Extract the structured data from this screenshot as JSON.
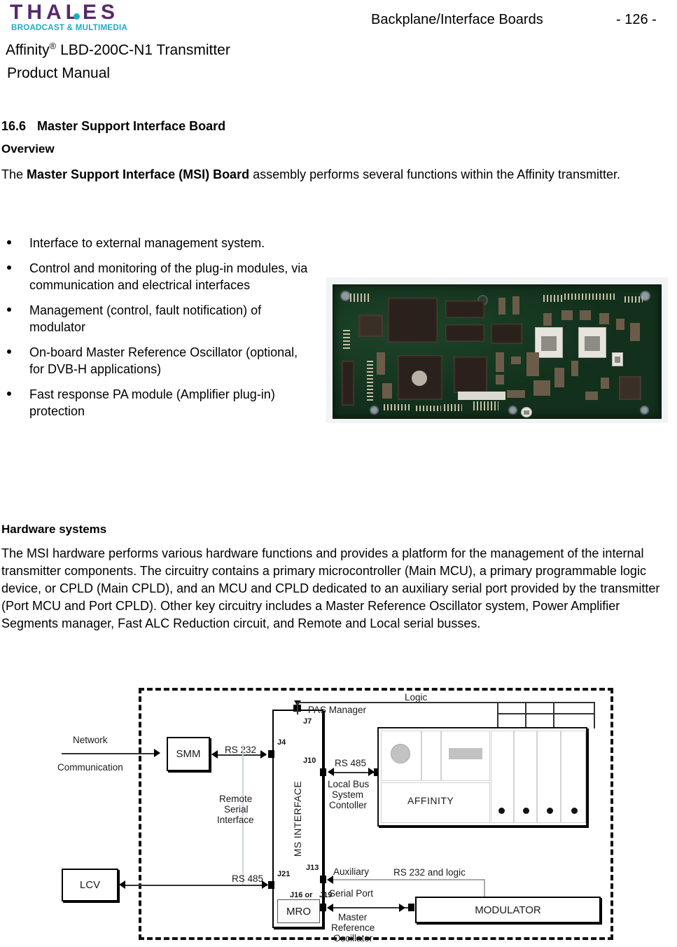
{
  "header": {
    "logo_word": "THALES",
    "logo_tagline": "BROADCAST & MULTIMEDIA",
    "running_head": "Backplane/Interface Boards",
    "page_number": "- 126 -",
    "doc_title_line1_pre": "Affinity",
    "doc_title_line1_sup": "®",
    "doc_title_line1_post": " LBD-200C-N1 Transmitter",
    "doc_title_line2": "Product Manual"
  },
  "section": {
    "number": "16.6",
    "title": "Master Support Interface Board",
    "overview_heading": "Overview",
    "overview_pre": "The ",
    "overview_bold": "Master Support Interface (MSI) Board",
    "overview_post": " assembly performs several functions within the Affinity transmitter."
  },
  "bullets": [
    "Interface to external management system.",
    "Control and monitoring of the plug-in modules, via communication and electrical interfaces",
    "Management (control, fault notification) of modulator",
    "On-board Master Reference Oscillator (optional, for DVB-H applications)",
    "Fast response PA module (Amplifier plug-in) protection"
  ],
  "hardware": {
    "heading": "Hardware systems",
    "paragraph": "The MSI hardware performs various hardware functions and provides a platform for the management of the internal transmitter components. The circuitry contains a primary microcontroller (Main MCU), a primary programmable logic device, or CPLD (Main CPLD), and an MCU and CPLD dedicated to an auxiliary serial port provided by the transmitter (Port MCU and Port CPLD). Other key circuitry includes a Master Reference Oscillator system, Power Amplifier Segments manager, Fast ALC Reduction circuit, and Remote and Local serial busses."
  },
  "figure": {
    "photo_alt": "MSI printed circuit board photograph"
  },
  "diagram": {
    "blocks": {
      "smm": "SMM",
      "lcv": "LCV",
      "ms_interface": "MS INTERFACE",
      "mro": "MRO",
      "affinity": "AFFINITY",
      "modulator": "MODULATOR"
    },
    "labels": {
      "network": "Network",
      "communication": "Communication",
      "rs232_top": "RS 232",
      "pas_manager": "PAS Manager",
      "logic": "Logic",
      "rs485_local": "RS 485",
      "local_bus_1": "Local Bus",
      "local_bus_2": "System",
      "local_bus_3": "Contoller",
      "remote_serial_1": "Remote",
      "remote_serial_2": "Serial",
      "remote_serial_3": "Interface",
      "rs485_bottom": "RS 485",
      "auxiliary_1": "Auxiliary",
      "auxiliary_2": "Serial Port",
      "rs232_logic": "RS 232 and logic",
      "mro_1": "Master",
      "mro_2": "Reference",
      "mro_3": "Oscillator"
    },
    "connectors": {
      "j7": "J7",
      "j4": "J4",
      "j10": "J10",
      "j13": "J13",
      "j21": "J21",
      "j16or": "J16 or",
      "j19": "J19"
    }
  },
  "colors": {
    "brand_purple": "#56296b",
    "brand_teal": "#17b0c4",
    "pcb_green": "#15341f",
    "text": "#000000"
  }
}
